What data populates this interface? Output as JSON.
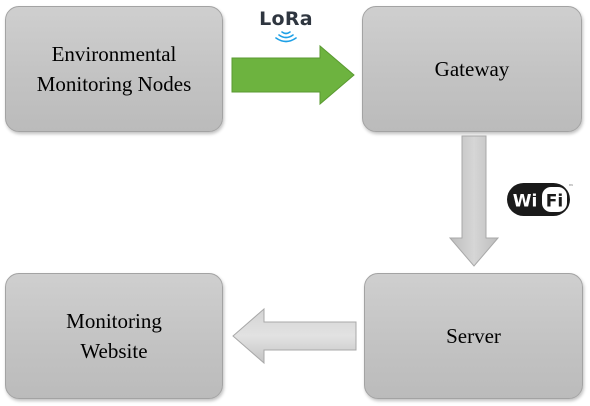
{
  "nodes": {
    "environmental": "Environmental\nMonitoring  Nodes",
    "gateway": "Gateway",
    "server": "Server",
    "website": "Monitoring\nWebsite"
  },
  "logos": {
    "lora": "LoRa",
    "wifi_left": "Wi",
    "wifi_right": "Fi",
    "wifi_tm": "™"
  },
  "colors": {
    "box_fill": "#c6c6c6",
    "lora_arrow": "#6db33f",
    "gray_arrow": "#c9c9c9",
    "lora_waves": "#1ea0e6"
  }
}
